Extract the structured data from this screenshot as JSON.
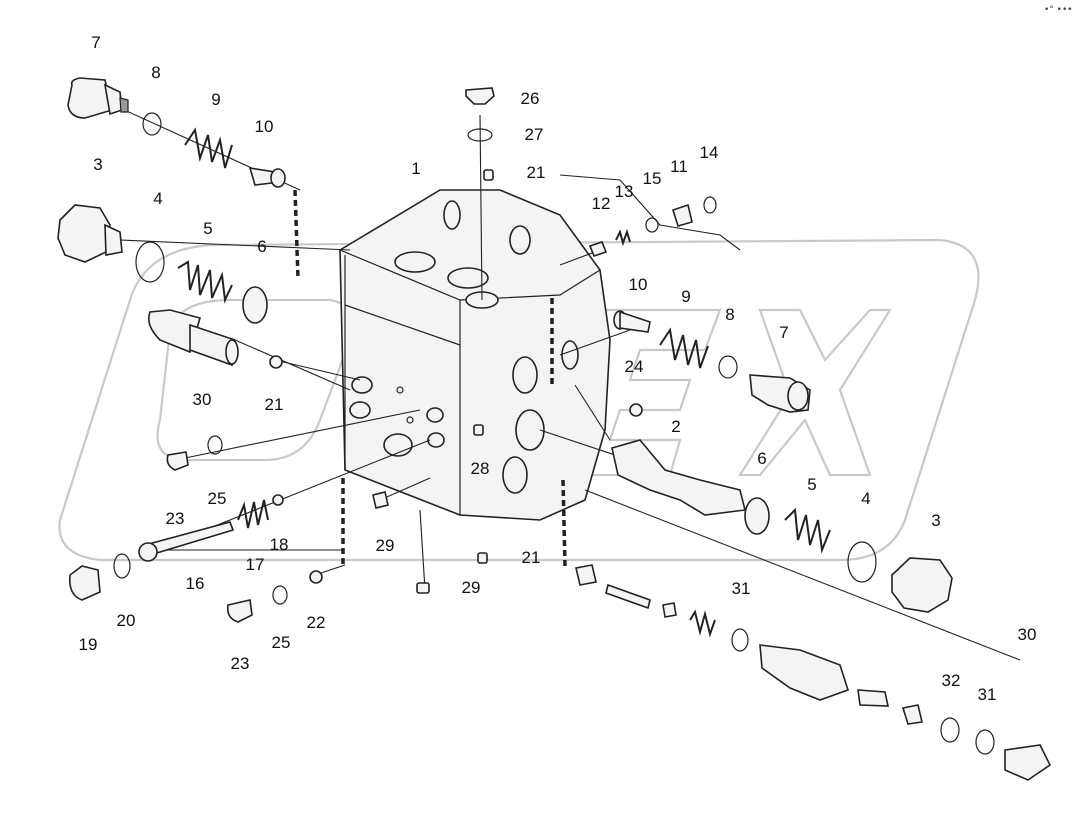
{
  "corner_mark": "•° •••",
  "callouts": [
    "7",
    "8",
    "9",
    "10",
    "3",
    "4",
    "5",
    "6",
    "30",
    "21",
    "23",
    "25",
    "1",
    "26",
    "27",
    "21",
    "12",
    "13",
    "15",
    "11",
    "14",
    "10",
    "9",
    "8",
    "7",
    "24",
    "2",
    "6",
    "5",
    "4",
    "3",
    "28",
    "21",
    "29",
    "29",
    "16",
    "17",
    "18",
    "19",
    "20",
    "23",
    "25",
    "22",
    "31",
    "32",
    "31",
    "30"
  ],
  "watermark": "OPEX"
}
